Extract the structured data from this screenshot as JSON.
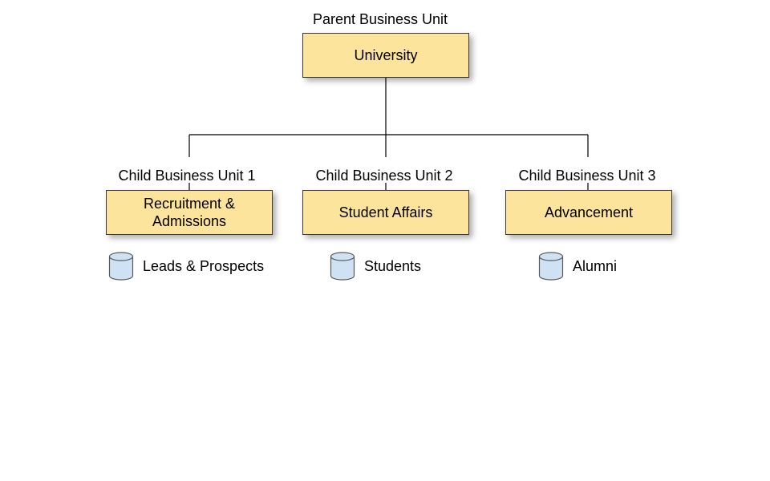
{
  "colors": {
    "box_fill": "#fde49c",
    "box_border": "#3a3a3a",
    "line": "#000000",
    "db_fill": "#cfe2f3",
    "db_stroke": "#5a5a5a"
  },
  "parent": {
    "caption": "Parent Business Unit",
    "name": "University"
  },
  "children": [
    {
      "caption": "Child Business Unit 1",
      "name": "Recruitment &\nAdmissions",
      "data_store": {
        "icon": "database-icon",
        "label": "Leads & Prospects"
      }
    },
    {
      "caption": "Child Business Unit 2",
      "name": "Student Affairs",
      "data_store": {
        "icon": "database-icon",
        "label": "Students"
      }
    },
    {
      "caption": "Child Business Unit 3",
      "name": "Advancement",
      "data_store": {
        "icon": "database-icon",
        "label": "Alumni"
      }
    }
  ]
}
